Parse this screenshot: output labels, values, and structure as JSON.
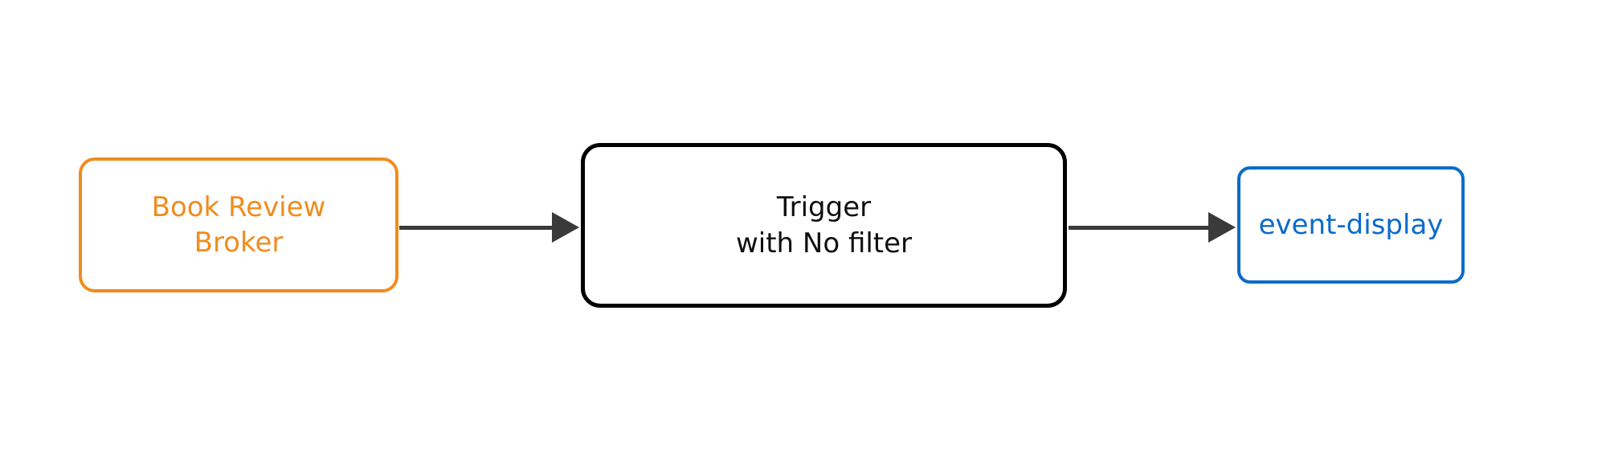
{
  "diagram": {
    "type": "flow",
    "direction": "left-to-right",
    "background_color": "#ffffff",
    "nodes": [
      {
        "id": "broker",
        "label": "Book Review\nBroker",
        "line1": "Book Review",
        "line2": "Broker",
        "role": "broker",
        "border_color": "#F08C1E",
        "text_color": "#F08C1E",
        "fill_color": "#ffffff",
        "shape": "rounded-rectangle"
      },
      {
        "id": "trigger",
        "label": "Trigger\nwith No filter",
        "line1": "Trigger",
        "line2": "with No filter",
        "role": "trigger",
        "border_color": "#000000",
        "text_color": "#0f0f0f",
        "fill_color": "#ffffff",
        "shape": "rounded-rectangle"
      },
      {
        "id": "sink",
        "label": "event-display",
        "line1": "event-display",
        "line2": "",
        "role": "sink",
        "border_color": "#0B6BCB",
        "text_color": "#0B6BCB",
        "fill_color": "#ffffff",
        "shape": "rounded-rectangle"
      }
    ],
    "edges": [
      {
        "id": "broker-to-trigger",
        "from": "broker",
        "to": "trigger",
        "label": "",
        "color": "#3a3a3a",
        "arrowhead": "filled-triangle"
      },
      {
        "id": "trigger-to-sink",
        "from": "trigger",
        "to": "sink",
        "label": "",
        "color": "#3a3a3a",
        "arrowhead": "filled-triangle"
      }
    ]
  }
}
